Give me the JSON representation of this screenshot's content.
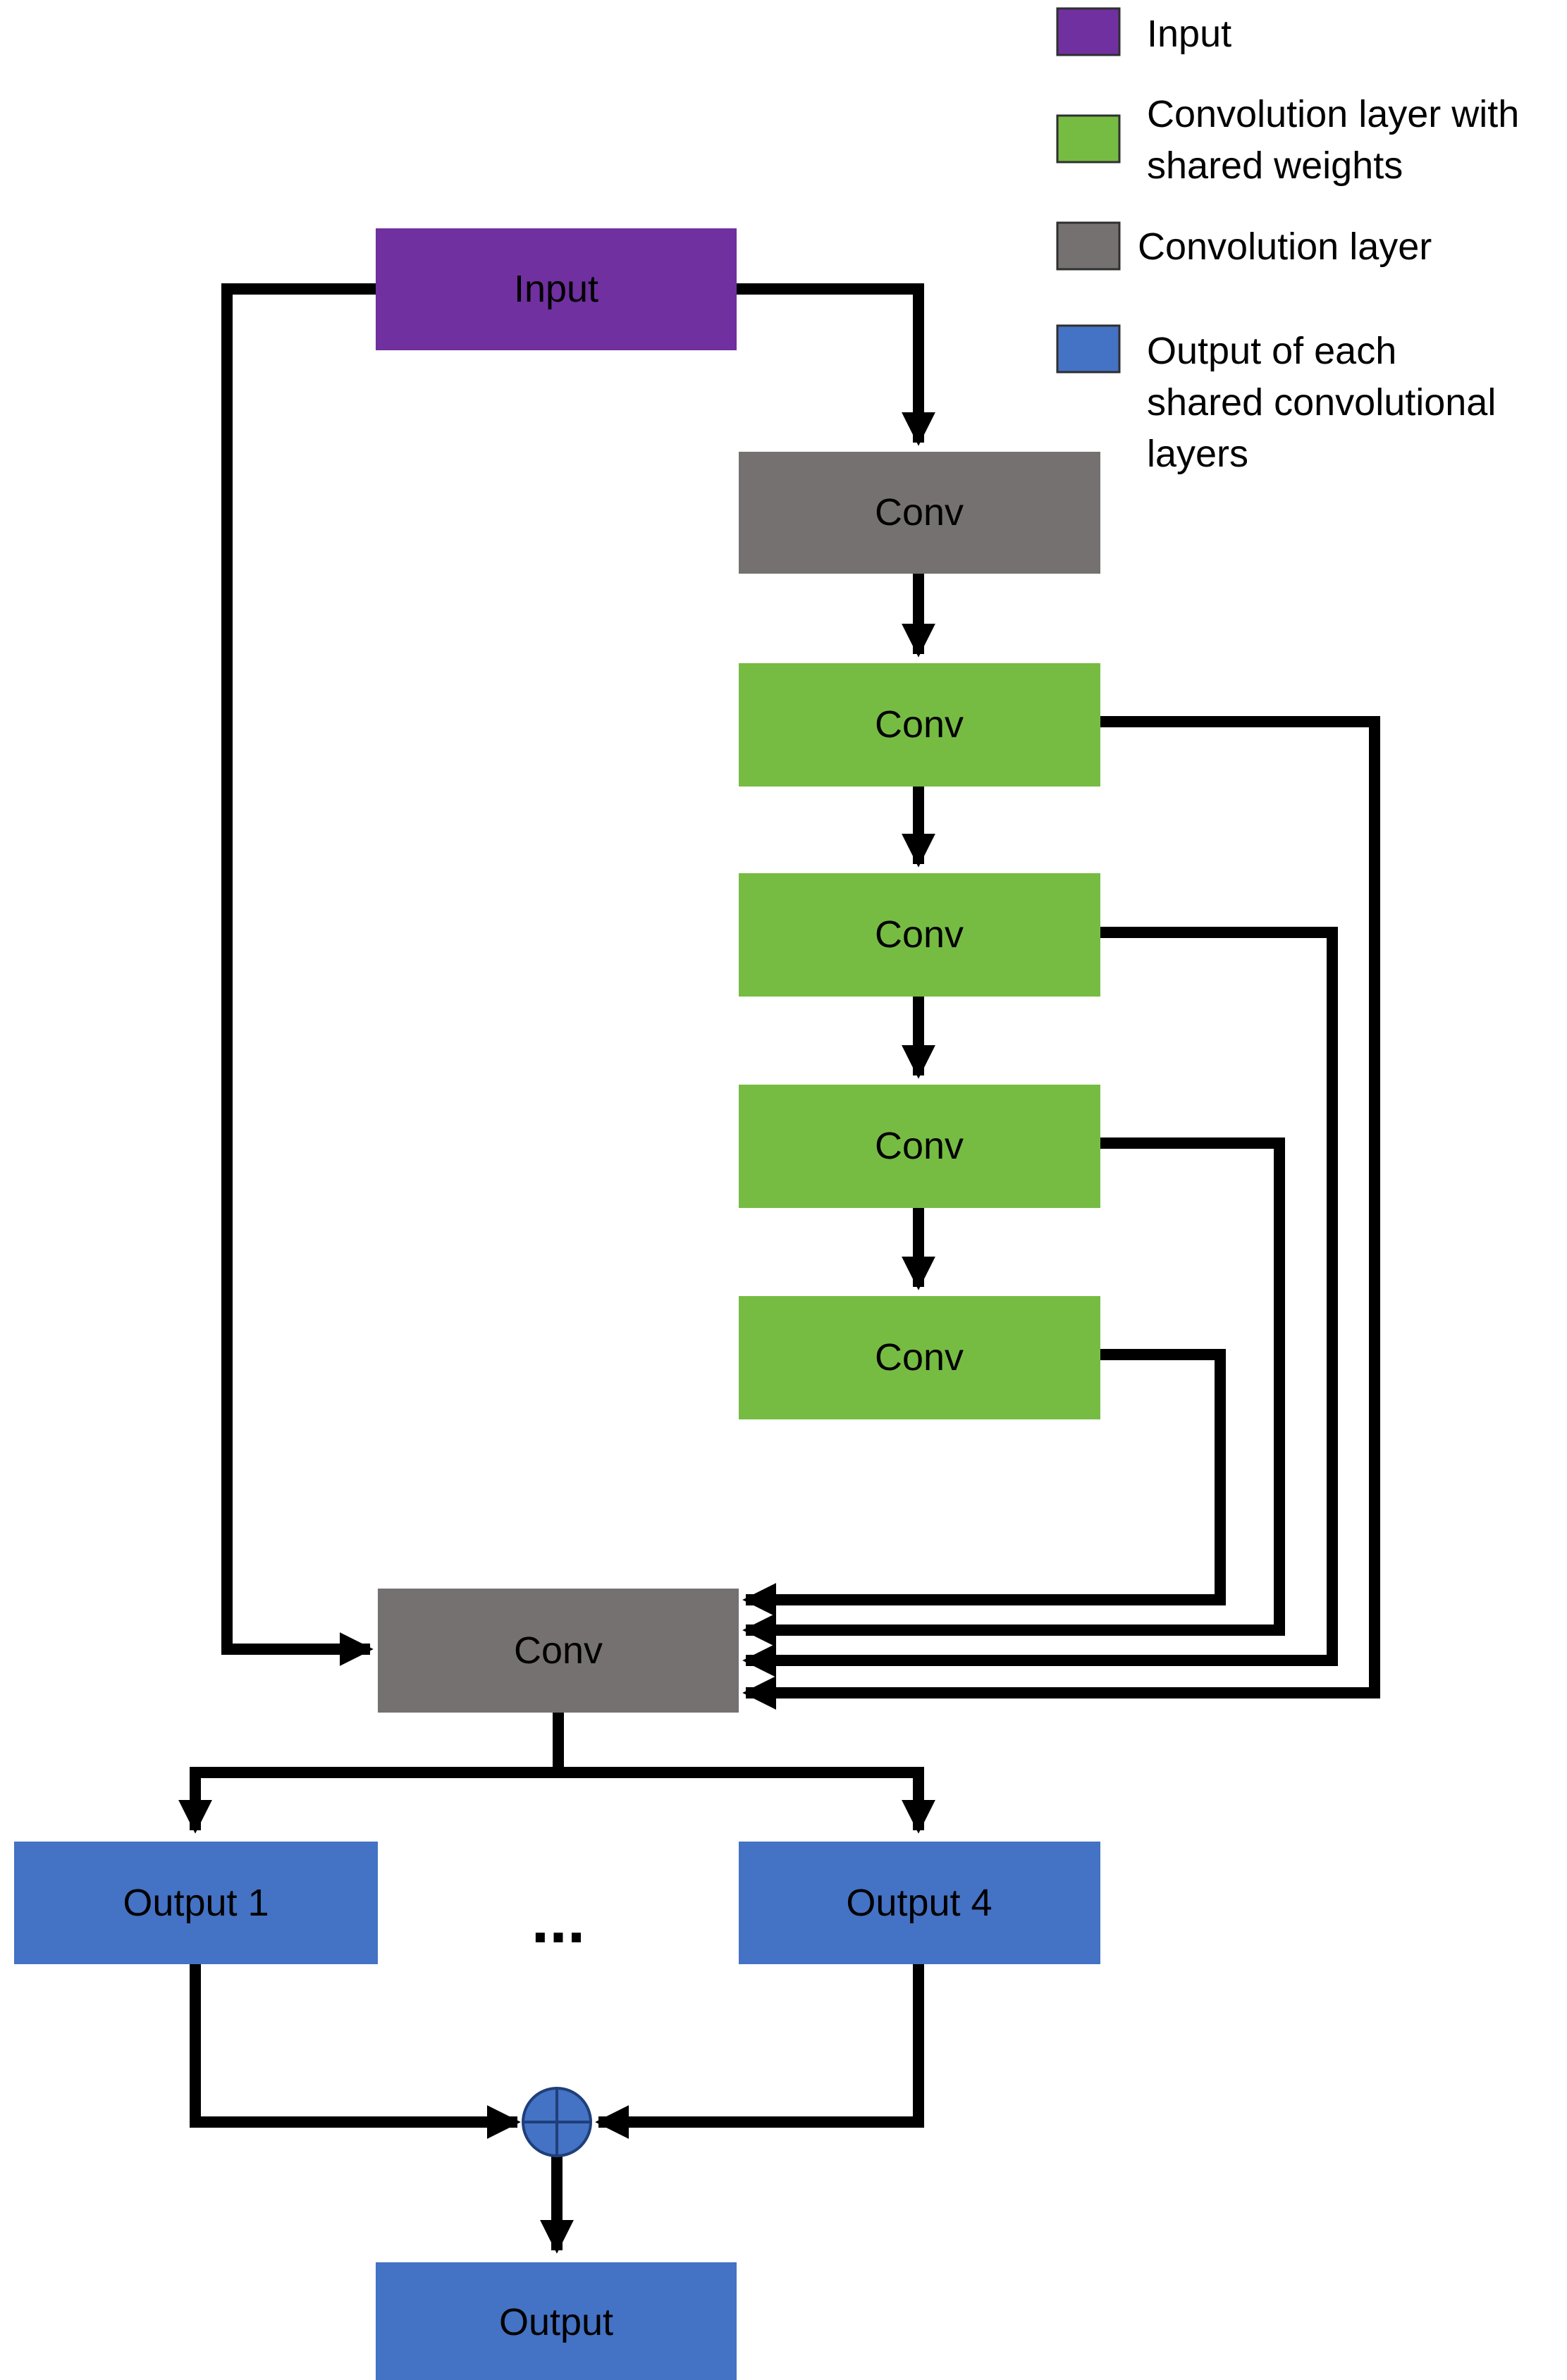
{
  "colors": {
    "input": "#7030a0",
    "shared_conv": "#76bc43",
    "conv": "#767171",
    "output": "#4472c4",
    "arrow": "#000000",
    "text": "#000000"
  },
  "legend": {
    "items": [
      {
        "label_lines": [
          "Input"
        ],
        "color": "#7030a0"
      },
      {
        "label_lines": [
          "Convolution layer with",
          "shared weights"
        ],
        "color": "#76bc43"
      },
      {
        "label_lines": [
          "Convolution layer"
        ],
        "color": "#767171"
      },
      {
        "label_lines": [
          "Output of each",
          "shared convolutional",
          "layers"
        ],
        "color": "#4472c4"
      }
    ]
  },
  "nodes": {
    "input": {
      "label": "Input"
    },
    "conv_top": {
      "label": "Conv"
    },
    "shared_conv_1": {
      "label": "Conv"
    },
    "shared_conv_2": {
      "label": "Conv"
    },
    "shared_conv_3": {
      "label": "Conv"
    },
    "shared_conv_4": {
      "label": "Conv"
    },
    "conv_merge": {
      "label": "Conv"
    },
    "output_1": {
      "label": "Output 1"
    },
    "output_4": {
      "label": "Output 4"
    },
    "ellipsis": {
      "label": "..."
    },
    "sum": {
      "symbol": "plus-circle-icon"
    },
    "output": {
      "label": "Output"
    }
  }
}
